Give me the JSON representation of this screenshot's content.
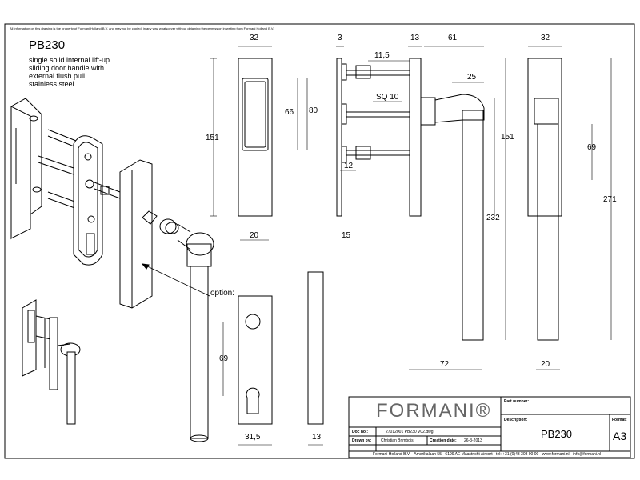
{
  "notice": "All information on this drawing is the property of Formani Holland B.V. and may not be copied, in any way whatsoever without obtaining the permission in writing from Formani Holland B.V.",
  "product_code": "PB230",
  "description_lines": [
    "single solid internal lift-up",
    "sliding door handle with",
    "external flush pull",
    "stainless steel"
  ],
  "option_label": "option:",
  "dimensions": {
    "front_width": "32",
    "front_height": "151",
    "recess_height": "66",
    "recess_outer_height": "80",
    "front_bottom_width": "20",
    "side_thickness": "3",
    "side_spindle_offset": "11,5",
    "spindle": "SQ 10",
    "side_inner_offset": "12",
    "side_bottom": "15",
    "side_rosette": "13",
    "side_lever_proj": "61",
    "lever_arm": "25",
    "lever_height_151": "151",
    "lever_height_232": "232",
    "lever_total_proj": "72",
    "right_width": "32",
    "right_height_271": "271",
    "right_height_69": "69",
    "right_bottom_width": "20",
    "opt_height": "69",
    "opt_width": "31,5",
    "opt_side": "13"
  },
  "title_block": {
    "logo": "FORMANI®",
    "part_number_label": "Part number:",
    "part_number_value": "",
    "description_label": "Description:",
    "description_value": "PB230",
    "format_label": "Format:",
    "format_value": "A3",
    "doc_no_label": "Doc no.:",
    "doc_no_value": "27012001 PB230 V02.dwg",
    "drawn_by_label": "Drawn by:",
    "drawn_by_value": "Christian Brimbois",
    "creation_date_label": "Creation date:",
    "creation_date_value": "26-3-2013",
    "footer": "Formani Holland B.V.  ·  Amerikalaan 55  ·  6199 AE Maastricht Airport  ·  tel: +31 (0)43 308 90 00  ·  www.formani.nl  ·  info@formani.nl"
  }
}
